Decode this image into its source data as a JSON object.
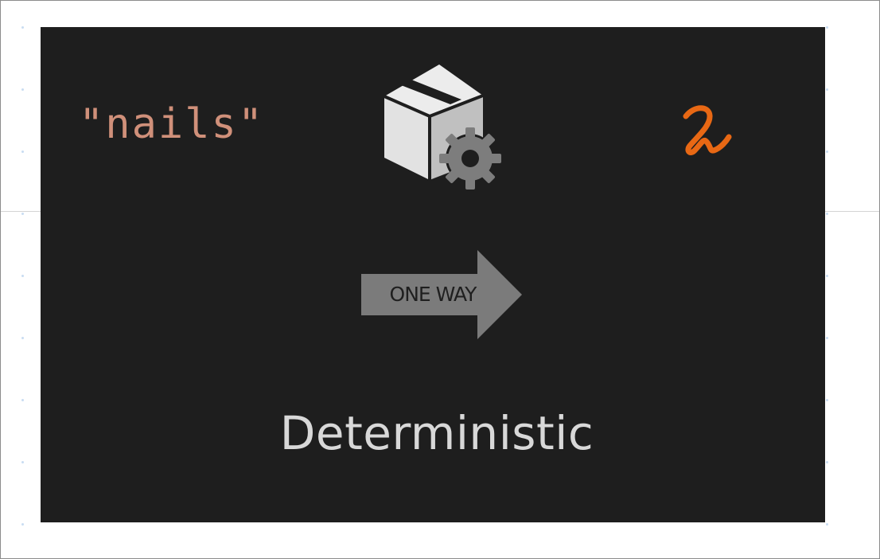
{
  "slide": {
    "quote_text": "\"nails\"",
    "arrow_label": "ONE WAY",
    "title": "Deterministic"
  },
  "icons": {
    "package": "package-box-icon",
    "gear": "gear-icon",
    "arrow": "one-way-arrow-icon",
    "handwritten_mark": "handwritten-2-annotation"
  },
  "colors": {
    "slide_background": "#1e1e1e",
    "quote_text": "#d0907a",
    "title_text": "#d8d8d8",
    "arrow_fill": "#7b7b7b",
    "box_light": "#e3e3e3",
    "box_shadow": "#bdbdbd",
    "gear": "#7d7d7d",
    "handwritten_mark": "#e86814"
  }
}
